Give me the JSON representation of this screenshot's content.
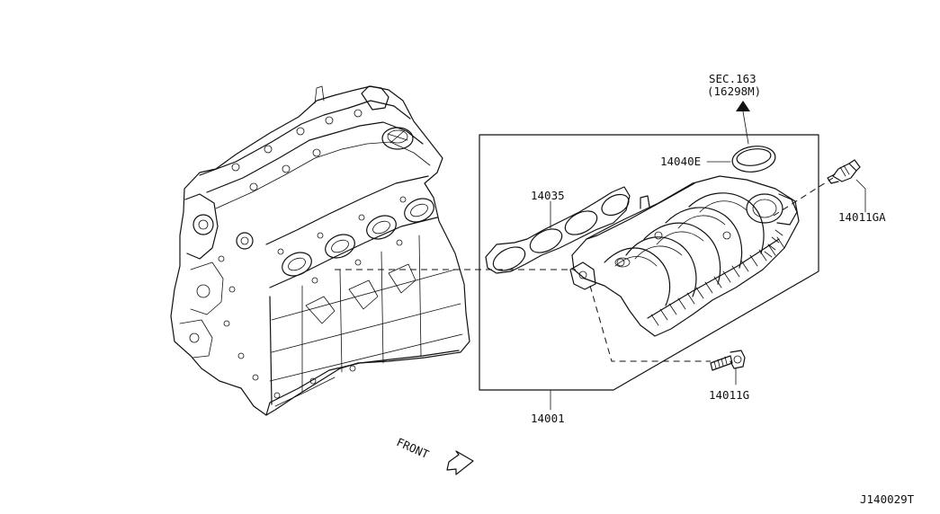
{
  "labels": {
    "sec": "SEC.163",
    "sec_sub": "(16298M)",
    "p14040e": "14040E",
    "p14035": "14035",
    "p14011ga": "14011GA",
    "p14011g": "14011G",
    "p14001": "14001",
    "front": "FRONT",
    "code": "J140029T"
  },
  "icons": {
    "front_arrow": "outline-arrow-icon",
    "sec_arrow": "solid-arrow-icon"
  },
  "colors": {
    "ink": "#111111",
    "paper": "#ffffff"
  }
}
